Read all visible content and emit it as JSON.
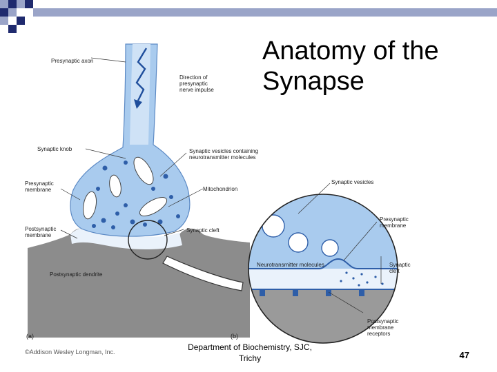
{
  "slide": {
    "title_line1": "Anatomy of the",
    "title_line2": "Synapse",
    "footer": "Department of Biochemistry, SJC, Trichy",
    "page_number": "47",
    "copyright": "©Addison Wesley Longman, Inc."
  },
  "figure": {
    "panel_a": "(a)",
    "panel_b": "(b)",
    "labels": {
      "presynaptic_axon": "Presynaptic axon",
      "direction": "Direction of\npresynaptic\nnerve impulse",
      "synaptic_knob": "Synaptic knob",
      "vesicles_containing": "Synaptic vesicles containing\nneurotransmitter molecules",
      "presynaptic_membrane_a": "Presynaptic\nmembrane",
      "mitochondrion": "Mitochondrion",
      "postsynaptic_membrane_a": "Postsynaptic\nmembrane",
      "synaptic_cleft_a": "Synaptic cleft",
      "postsynaptic_dendrite": "Postsynaptic dendrite",
      "synaptic_vesicles_b": "Synaptic vesicles",
      "presynaptic_membrane_b": "Presynaptic\nmembrane",
      "neurotransmitter_molecules": "Neurotransmitter molecules",
      "synaptic_cleft_b": "Synaptic\ncleft",
      "postsynaptic_receptors": "Postsynaptic\nmembrane\nreceptors"
    }
  },
  "colors": {
    "accent_square_dark": "#1f2a6e",
    "accent_square_light": "#9aa4c8",
    "axon_blue": "#a9cbee",
    "vesicle_blue": "#2e5ea8",
    "dendrite_gray": "#8c8c8c"
  }
}
